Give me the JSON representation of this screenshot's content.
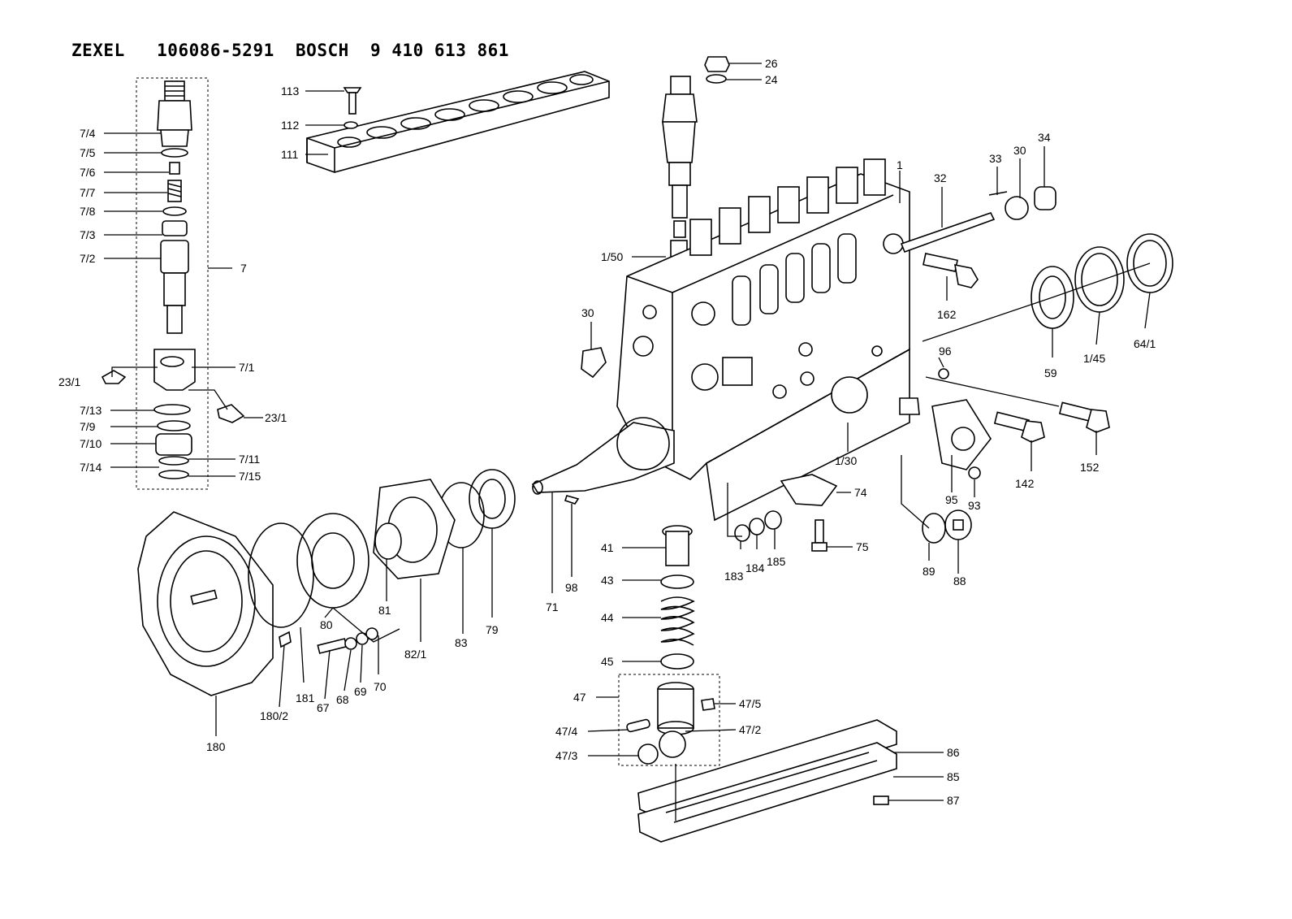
{
  "header": {
    "brand1": "ZEXEL",
    "part1": "106086-5291",
    "brand2": "BOSCH",
    "part2": "9 410 613 861"
  },
  "callouts": [
    {
      "id": "c-113",
      "text": "113"
    },
    {
      "id": "c-112",
      "text": "112"
    },
    {
      "id": "c-111",
      "text": "111"
    },
    {
      "id": "c-26",
      "text": "26"
    },
    {
      "id": "c-24",
      "text": "24"
    },
    {
      "id": "c-1",
      "text": "1"
    },
    {
      "id": "c-32",
      "text": "32"
    },
    {
      "id": "c-33",
      "text": "33"
    },
    {
      "id": "c-30a",
      "text": "30"
    },
    {
      "id": "c-34",
      "text": "34"
    },
    {
      "id": "c-1-50",
      "text": "1/50"
    },
    {
      "id": "c-162",
      "text": "162"
    },
    {
      "id": "c-30b",
      "text": "30"
    },
    {
      "id": "c-96",
      "text": "96"
    },
    {
      "id": "c-59",
      "text": "59"
    },
    {
      "id": "c-1-45",
      "text": "1/45"
    },
    {
      "id": "c-64-1",
      "text": "64/1"
    },
    {
      "id": "c-7-4",
      "text": "7/4"
    },
    {
      "id": "c-7-5",
      "text": "7/5"
    },
    {
      "id": "c-7-6",
      "text": "7/6"
    },
    {
      "id": "c-7-7",
      "text": "7/7"
    },
    {
      "id": "c-7-8",
      "text": "7/8"
    },
    {
      "id": "c-7-3",
      "text": "7/3"
    },
    {
      "id": "c-7-2",
      "text": "7/2"
    },
    {
      "id": "c-7",
      "text": "7"
    },
    {
      "id": "c-23-1a",
      "text": "23/1"
    },
    {
      "id": "c-7-1",
      "text": "7/1"
    },
    {
      "id": "c-7-13",
      "text": "7/13"
    },
    {
      "id": "c-23-1b",
      "text": "23/1"
    },
    {
      "id": "c-7-9",
      "text": "7/9"
    },
    {
      "id": "c-7-10",
      "text": "7/10"
    },
    {
      "id": "c-7-11",
      "text": "7/11"
    },
    {
      "id": "c-7-14",
      "text": "7/14"
    },
    {
      "id": "c-7-15",
      "text": "7/15"
    },
    {
      "id": "c-1-30",
      "text": "1/30"
    },
    {
      "id": "c-142",
      "text": "142"
    },
    {
      "id": "c-152",
      "text": "152"
    },
    {
      "id": "c-95",
      "text": "95"
    },
    {
      "id": "c-93",
      "text": "93"
    },
    {
      "id": "c-74",
      "text": "74"
    },
    {
      "id": "c-75",
      "text": "75"
    },
    {
      "id": "c-89",
      "text": "89"
    },
    {
      "id": "c-88",
      "text": "88"
    },
    {
      "id": "c-183",
      "text": "183"
    },
    {
      "id": "c-184",
      "text": "184"
    },
    {
      "id": "c-185",
      "text": "185"
    },
    {
      "id": "c-98",
      "text": "98"
    },
    {
      "id": "c-71",
      "text": "71"
    },
    {
      "id": "c-41",
      "text": "41"
    },
    {
      "id": "c-43",
      "text": "43"
    },
    {
      "id": "c-44",
      "text": "44"
    },
    {
      "id": "c-45",
      "text": "45"
    },
    {
      "id": "c-47",
      "text": "47"
    },
    {
      "id": "c-47-5",
      "text": "47/5"
    },
    {
      "id": "c-47-4",
      "text": "47/4"
    },
    {
      "id": "c-47-2",
      "text": "47/2"
    },
    {
      "id": "c-47-3",
      "text": "47/3"
    },
    {
      "id": "c-86",
      "text": "86"
    },
    {
      "id": "c-85",
      "text": "85"
    },
    {
      "id": "c-87",
      "text": "87"
    },
    {
      "id": "c-79",
      "text": "79"
    },
    {
      "id": "c-83",
      "text": "83"
    },
    {
      "id": "c-82-1",
      "text": "82/1"
    },
    {
      "id": "c-81",
      "text": "81"
    },
    {
      "id": "c-80",
      "text": "80"
    },
    {
      "id": "c-70",
      "text": "70"
    },
    {
      "id": "c-69",
      "text": "69"
    },
    {
      "id": "c-68",
      "text": "68"
    },
    {
      "id": "c-67",
      "text": "67"
    },
    {
      "id": "c-181",
      "text": "181"
    },
    {
      "id": "c-180-2",
      "text": "180/2"
    },
    {
      "id": "c-180",
      "text": "180"
    }
  ]
}
